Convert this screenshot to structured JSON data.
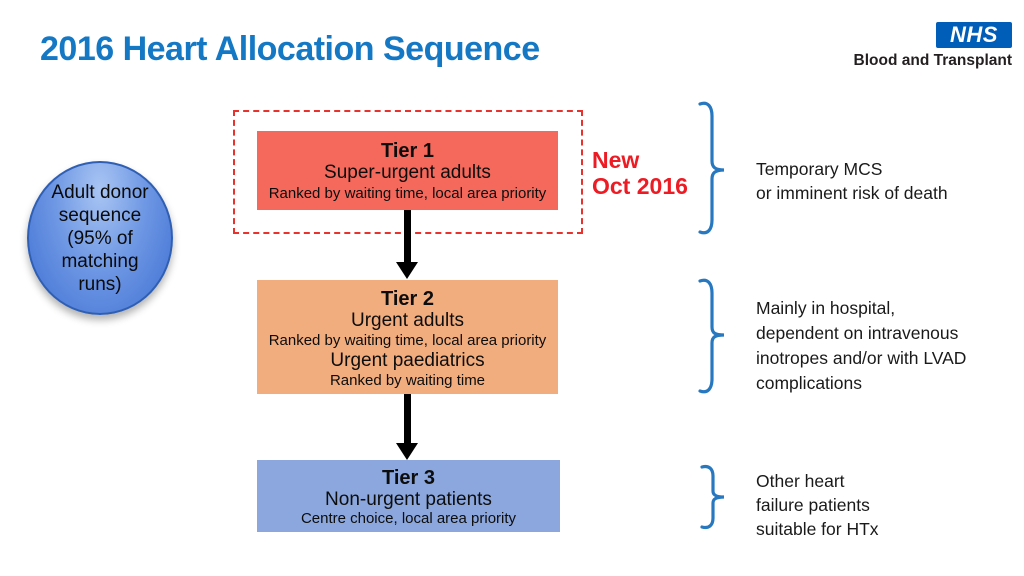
{
  "header": {
    "title": "2016 Heart Allocation Sequence"
  },
  "logo": {
    "acronym": "NHS",
    "name": "Blood and Transplant"
  },
  "donor_circle": {
    "line1": "Adult donor",
    "line2": "sequence",
    "line3": "(95% of",
    "line4": "matching",
    "line5": "runs)"
  },
  "new_badge": {
    "line1": "New",
    "line2": "Oct 2016"
  },
  "tiers": {
    "tier1": {
      "title": "Tier 1",
      "subtitle": "Super-urgent adults",
      "detail": "Ranked by waiting time, local area priority"
    },
    "tier2": {
      "title": "Tier 2",
      "subtitle": "Urgent adults",
      "detail": "Ranked by waiting time, local area priority",
      "subtitle2": "Urgent paediatrics",
      "detail2": "Ranked by waiting time"
    },
    "tier3": {
      "title": "Tier 3",
      "subtitle": "Non-urgent patients",
      "detail": "Centre choice, local area priority"
    }
  },
  "annotations": {
    "tier1": {
      "line1": "Temporary MCS",
      "line2": "or imminent risk of death"
    },
    "tier2": {
      "line1": "Mainly in hospital,",
      "line2": "dependent on intravenous",
      "line3": "inotropes and/or with LVAD",
      "line4": "complications"
    },
    "tier3": {
      "line1": "Other heart",
      "line2": "failure patients",
      "line3": "suitable for HTx"
    }
  },
  "colors": {
    "title_blue": "#1478c5",
    "nhs_blue": "#005EB8",
    "tier1_fill": "#f4695c",
    "tier2_fill": "#f2ad7e",
    "tier3_fill": "#8ba7dd",
    "badge_red": "#ed1b23",
    "brace_blue": "#2878c0",
    "dashed_border_red": "#e8322b",
    "circle_blue": "#4a7bd9"
  }
}
